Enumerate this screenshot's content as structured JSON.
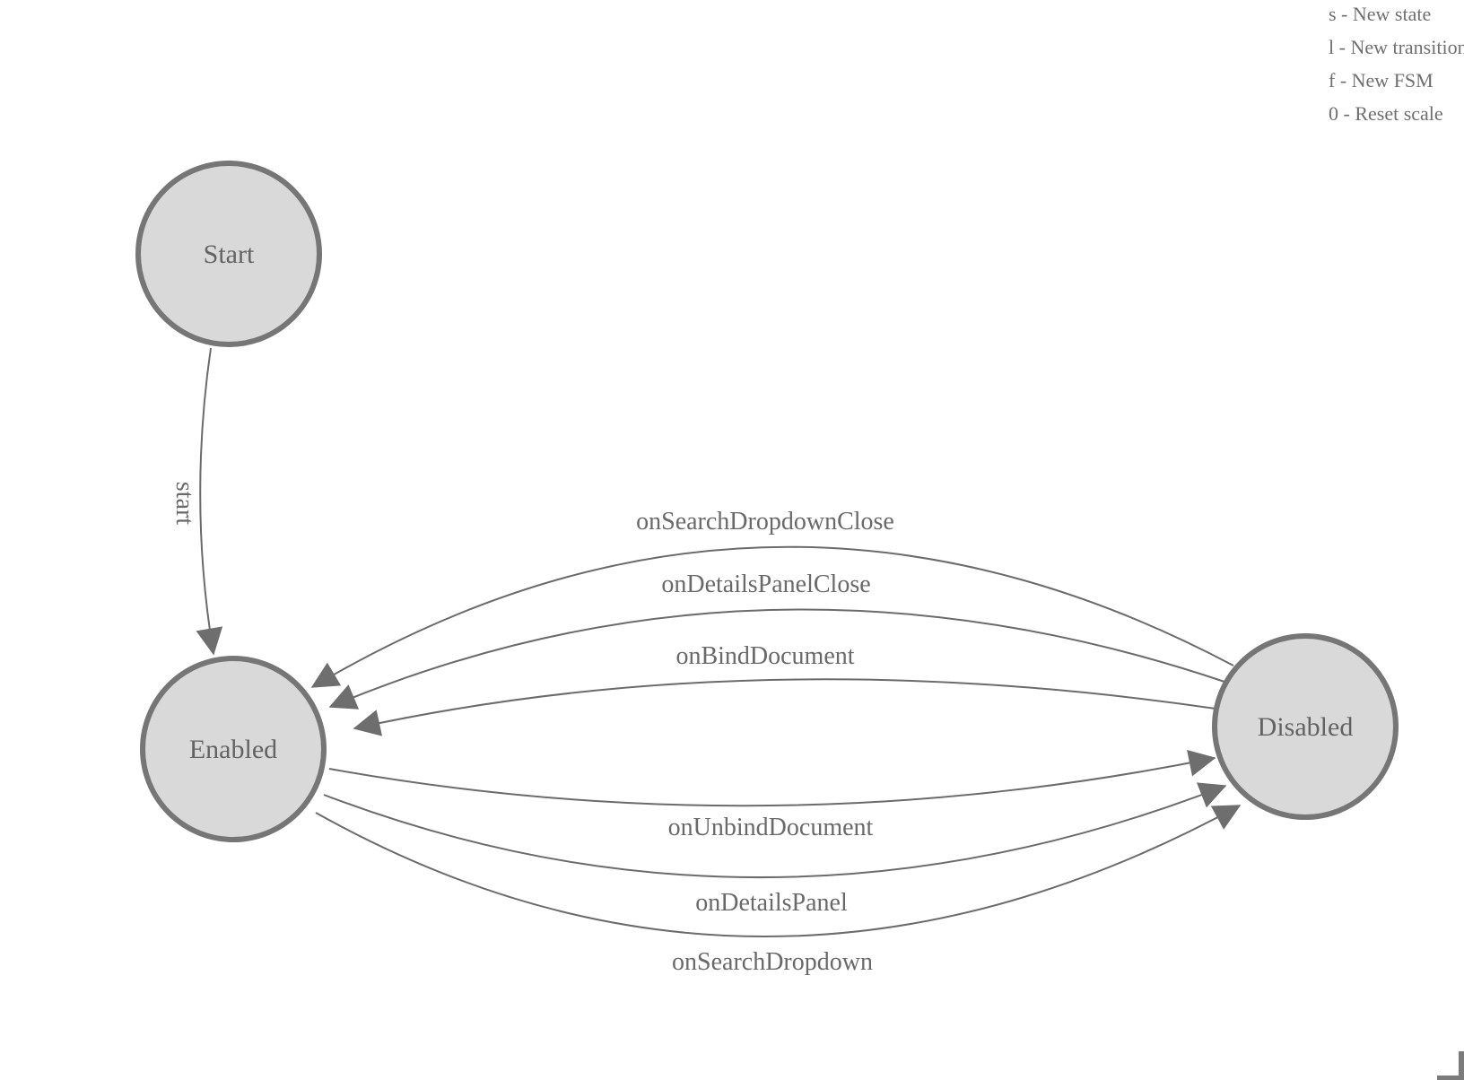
{
  "legend": {
    "shortcuts": [
      "s - New state",
      "l - New transition",
      "f - New FSM",
      "0 - Reset scale"
    ]
  },
  "diagram": {
    "states": [
      {
        "label": "Start"
      },
      {
        "label": "Enabled"
      },
      {
        "label": "Disabled"
      }
    ],
    "transitions": [
      {
        "label": "start",
        "from": "Start",
        "to": "Enabled"
      },
      {
        "label": "onSearchDropdownClose",
        "from": "Disabled",
        "to": "Enabled"
      },
      {
        "label": "onDetailsPanelClose",
        "from": "Disabled",
        "to": "Enabled"
      },
      {
        "label": "onBindDocument",
        "from": "Disabled",
        "to": "Enabled"
      },
      {
        "label": "onUnbindDocument",
        "from": "Enabled",
        "to": "Disabled"
      },
      {
        "label": "onDetailsPanel",
        "from": "Enabled",
        "to": "Disabled"
      },
      {
        "label": "onSearchDropdown",
        "from": "Enabled",
        "to": "Disabled"
      }
    ]
  },
  "colors": {
    "background": "#ffffff",
    "state_fill": "#d9d9d9",
    "state_stroke": "#767676",
    "edge_stroke": "#6b6b6b",
    "arrowhead": "#6e6e6e",
    "label_text": "#696969",
    "legend_text": "#6f6f6f",
    "corner_bracket": "#7b7b7b"
  }
}
